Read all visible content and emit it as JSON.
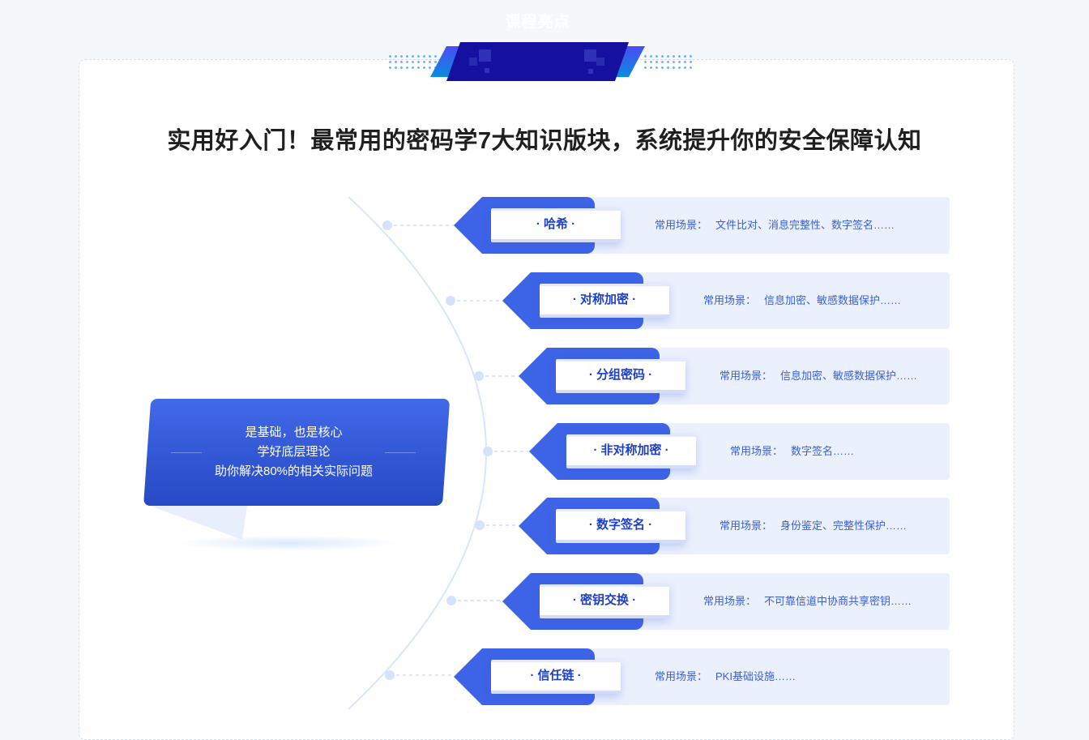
{
  "badge": "课程亮点",
  "title": "实用好入门！最常用的密码学7大知识版块，系统提升你的安全保障认知",
  "center": {
    "line1": "是基础，也是核心",
    "line2": "学好底层理论",
    "line3": "助你解决80%的相关实际问题"
  },
  "scene_label": "常用场景：",
  "topics": [
    {
      "label": "· 哈希 ·",
      "desc": "文件比对、消息完整性、数字签名……"
    },
    {
      "label": "· 对称加密 ·",
      "desc": "信息加密、敏感数据保护……"
    },
    {
      "label": "· 分组密码 ·",
      "desc": "信息加密、敏感数据保护……"
    },
    {
      "label": "· 非对称加密 ·",
      "desc": "数字签名……"
    },
    {
      "label": "· 数字签名 ·",
      "desc": "身份鉴定、完整性保护……"
    },
    {
      "label": "· 密钥交换 ·",
      "desc": "不可靠信道中协商共享密钥……"
    },
    {
      "label": "· 信任链 ·",
      "desc": "PKI基础设施……"
    }
  ]
}
